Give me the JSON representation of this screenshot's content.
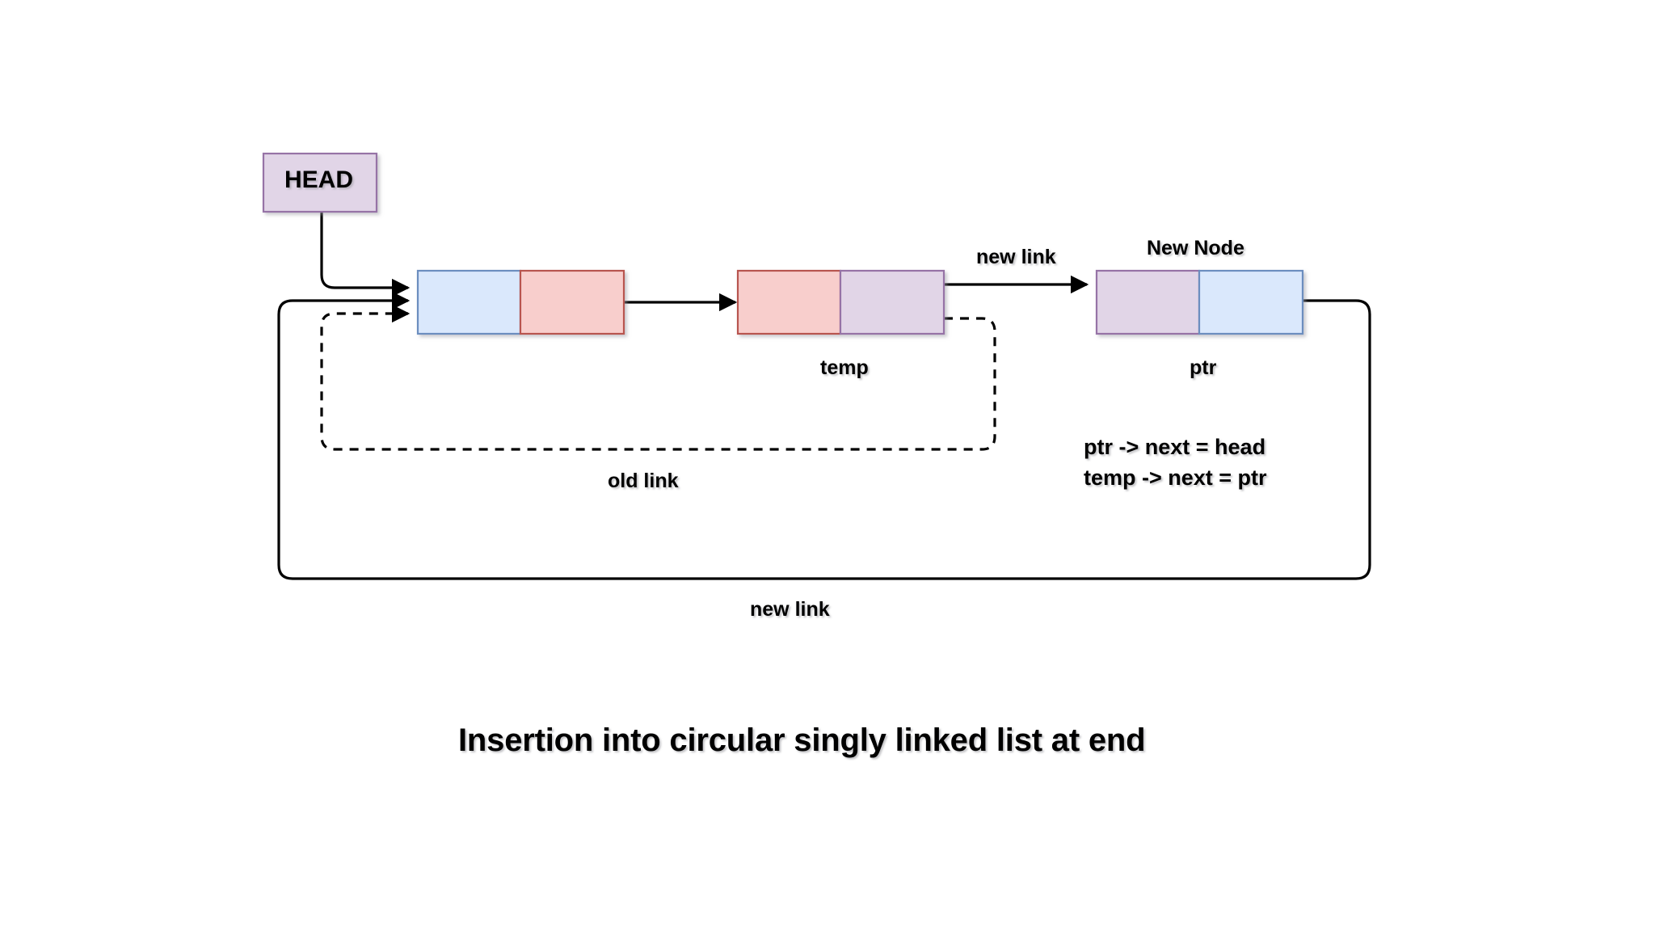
{
  "diagram": {
    "title": "Insertion into circular singly linked list at end",
    "head_box": {
      "label": "HEAD",
      "fill": "#e1d5e7",
      "stroke": "#9673a6"
    },
    "nodes": [
      {
        "id": "node-first",
        "label_below": "",
        "label_above": "",
        "left_fill": "#dae8fc",
        "left_stroke": "#6c8ebf",
        "right_fill": "#f8cecc",
        "right_stroke": "#b85450"
      },
      {
        "id": "node-temp",
        "label_below": "temp",
        "label_above": "",
        "left_fill": "#f8cecc",
        "left_stroke": "#b85450",
        "right_fill": "#e1d5e7",
        "right_stroke": "#9673a6"
      },
      {
        "id": "node-new",
        "label_below": "ptr",
        "label_above": "New Node",
        "left_fill": "#e1d5e7",
        "left_stroke": "#9673a6",
        "right_fill": "#dae8fc",
        "right_stroke": "#6c8ebf"
      }
    ],
    "edge_labels": {
      "new_link_top": "new link",
      "old_link": "old link",
      "new_link_bottom": "new link"
    },
    "code": {
      "line1": "ptr -> next = head",
      "line2": "temp -> next = ptr"
    },
    "colors": {
      "line": "#000000",
      "background": "#ffffff",
      "text": "#000000"
    }
  }
}
